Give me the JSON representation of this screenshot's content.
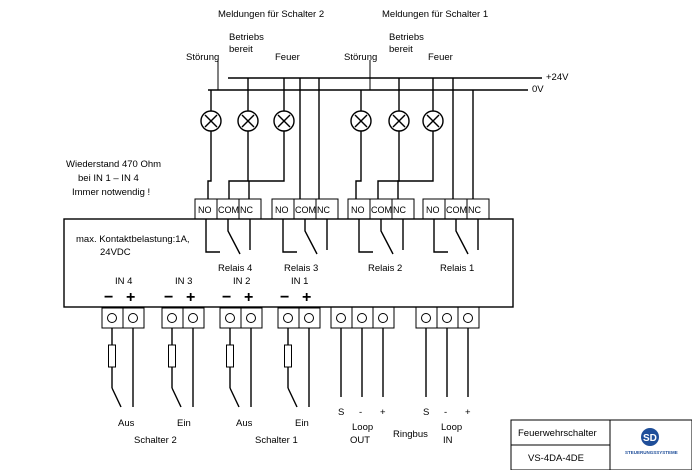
{
  "headers": {
    "switch2_messages": "Meldungen für Schalter 2",
    "switch1_messages": "Meldungen für Schalter 1"
  },
  "lamps": [
    "Störung",
    "Betriebs bereit",
    "Feuer",
    "Störung",
    "Betriebs bereit",
    "Feuer"
  ],
  "lamp_label_lines": [
    [
      "Störung"
    ],
    [
      "Betriebs",
      "bereit"
    ],
    [
      "Feuer"
    ],
    [
      "Störung"
    ],
    [
      "Betriebs",
      "bereit"
    ],
    [
      "Feuer"
    ]
  ],
  "rails": {
    "plus": "+24V",
    "zero": "0V"
  },
  "resistor_note": [
    "Wiederstand 470 Ohm",
    "bei IN 1 – IN 4",
    "Immer notwendig !"
  ],
  "contact_load": [
    "max. Kontaktbelastung:1A,",
    "24VDC"
  ],
  "relay_terminals": [
    "NO",
    "COM",
    "NC"
  ],
  "relays": [
    "Relais 4",
    "Relais 3",
    "Relais 2",
    "Relais 1"
  ],
  "inputs": [
    "IN 4",
    "IN 3",
    "IN 2",
    "IN 1"
  ],
  "polarity": {
    "minus": "−",
    "plus": "+"
  },
  "bus_terminals": [
    "S",
    "-",
    "+"
  ],
  "switch_states": [
    "Aus",
    "Ein",
    "Aus",
    "Ein"
  ],
  "switch_groups": [
    "Schalter 2",
    "Schalter 1"
  ],
  "loop_out": [
    "Loop",
    "OUT"
  ],
  "ringbus": "Ringbus",
  "loop_in": [
    "Loop",
    "IN"
  ],
  "title_block": {
    "title": "Feuerwehrschalter",
    "model": "VS-4DA-4DE",
    "logo_text": "STEUERUNGSSYSTEME"
  },
  "colors": {
    "line": "#000000",
    "logo": "#1f4e99"
  }
}
